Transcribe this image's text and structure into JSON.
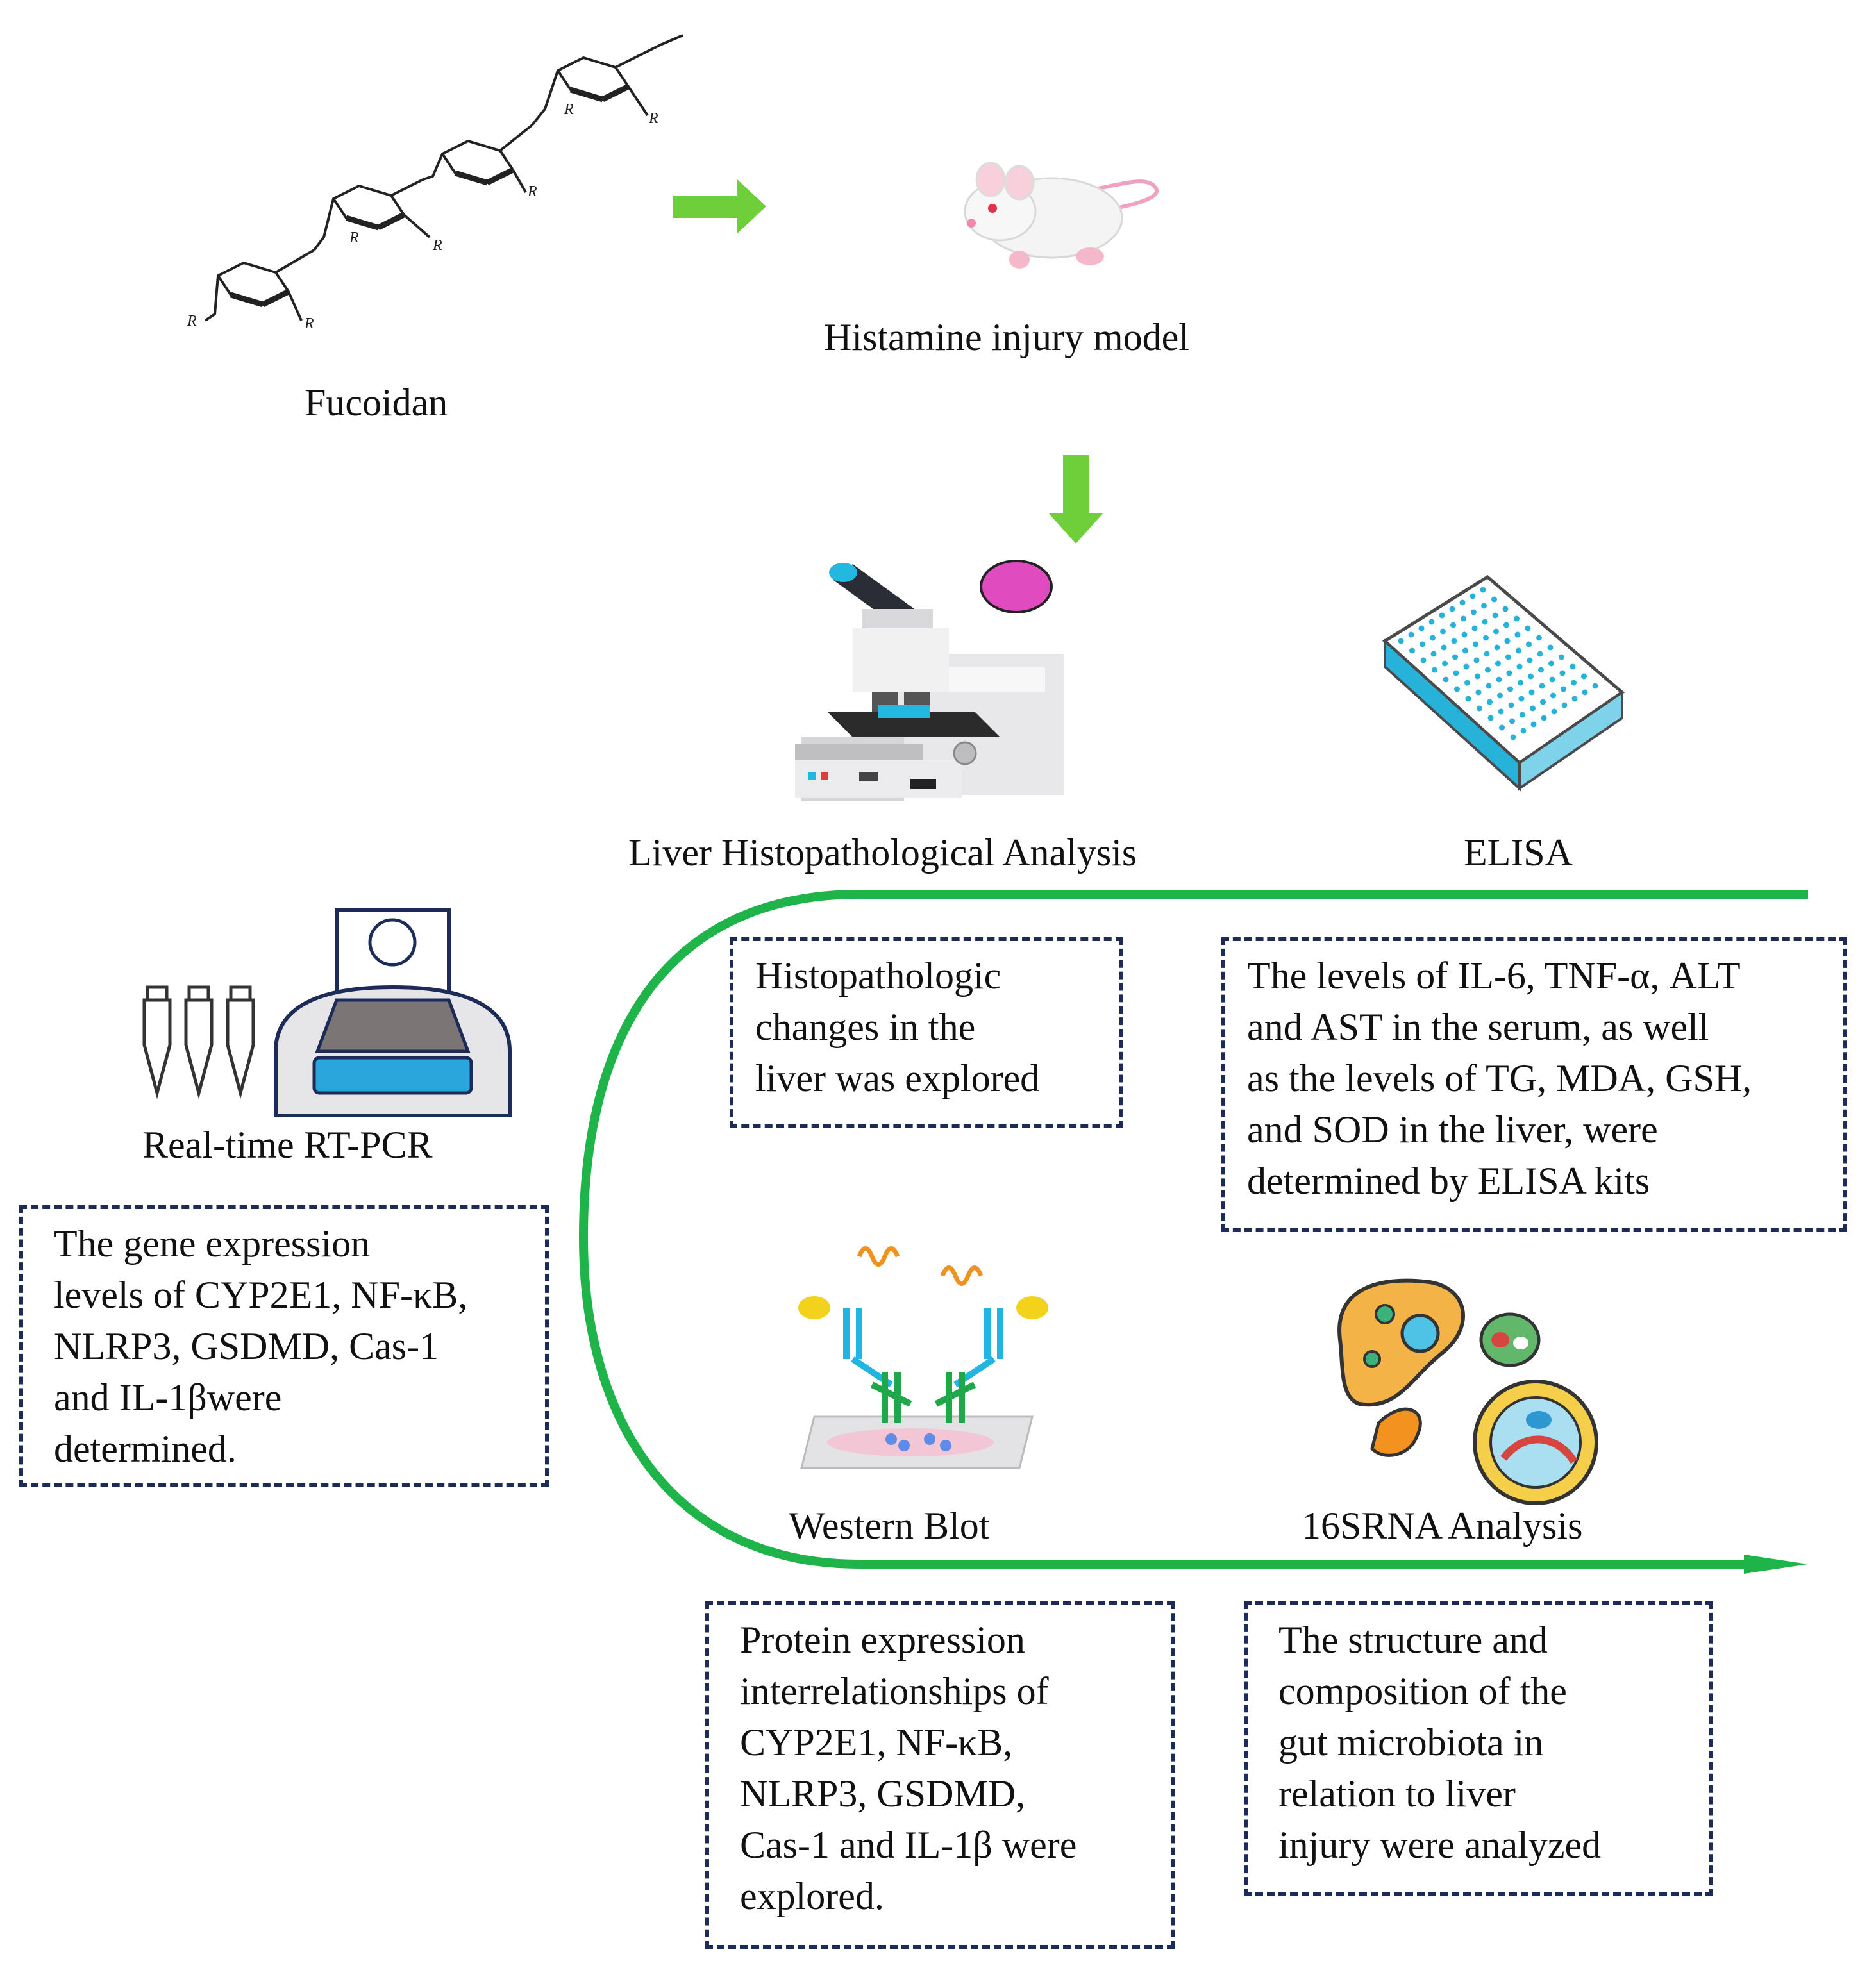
{
  "nodes": {
    "fucoidan": "Fucoidan",
    "histamine_model": "Histamine injury model",
    "liver_histo": "Liver Histopathological Analysis",
    "elisa": "ELISA",
    "rtpcr": "Real-time RT-PCR",
    "western": "Western Blot",
    "rna16s": "16SRNA Analysis"
  },
  "boxes": {
    "histo": [
      "Histopathologic",
      "changes in the",
      "liver was explored"
    ],
    "elisa": [
      "The levels of IL-6, TNF-α, ALT",
      "and AST in the serum, as well",
      "as the levels of TG, MDA, GSH,",
      "and SOD in the liver, were",
      "determined by ELISA kits"
    ],
    "rtpcr": [
      "The gene expression",
      "levels of CYP2E1, NF-κB,",
      "NLRP3, GSDMD, Cas-1",
      "and IL-1βwere",
      "determined."
    ],
    "western": [
      "Protein expression",
      "interrelationships of",
      "CYP2E1, NF-κB,",
      "NLRP3, GSDMD,",
      "Cas-1 and IL-1β were",
      "explored."
    ],
    "rna16s": [
      "The structure and",
      "composition of the",
      "gut microbiota in",
      "relation to liver",
      "injury were analyzed"
    ]
  },
  "molecule_substituent": "R",
  "colors": {
    "arrow_green": "#6fcf3a",
    "flow_green": "#1fb44a",
    "box_border": "#1c2b57",
    "plate_cyan": "#27b3d9",
    "pcr_blue": "#2aa6dd",
    "stain_pink": "#e04cc0"
  },
  "icons": [
    "fucoidan-structure-icon",
    "mouse-icon",
    "microscope-icon",
    "tissue-slide-icon",
    "elisa-plate-icon",
    "pcr-machine-icon",
    "pcr-tubes-icon",
    "antibody-blot-icon",
    "microbe-cells-icon"
  ]
}
